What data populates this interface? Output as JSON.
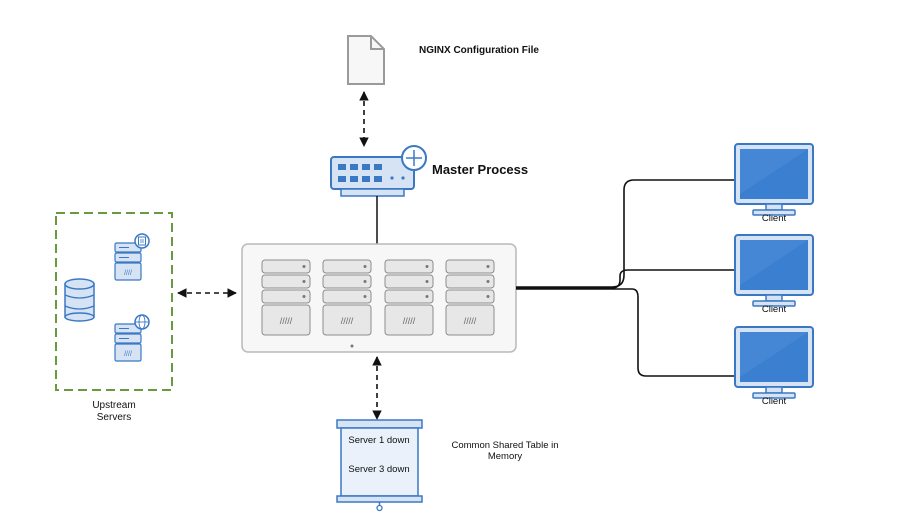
{
  "config_file": {
    "label": "NGINX Configuration File",
    "icon": "file-icon"
  },
  "master_process": {
    "label": "Master Process",
    "icon": "network-switch-icon"
  },
  "workers": {
    "icon": "server-rack-icon",
    "count": 4
  },
  "clients": [
    {
      "label": "Client"
    },
    {
      "label": "Client"
    },
    {
      "label": "Client"
    }
  ],
  "upstream": {
    "label": "Upstream Servers",
    "icons": [
      "database-icon",
      "storage-server-icon",
      "web-server-icon"
    ]
  },
  "shared_table": {
    "caption": "Common Shared Table in Memory",
    "entries": [
      "Server 1 down",
      "Server 3 down"
    ]
  },
  "colors": {
    "accent_blue": "#3b78c4",
    "light_blue": "#d5e3f5",
    "screen_blue": "#3a7fd0",
    "dashed_green": "#6a9a3e",
    "line": "#111111",
    "gray_outline": "#9a9a9a"
  }
}
